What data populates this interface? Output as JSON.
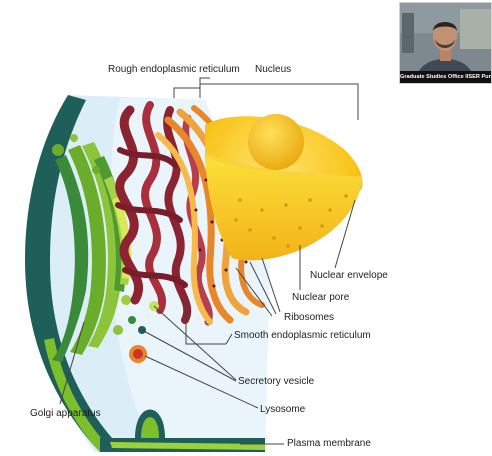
{
  "diagram": {
    "labels": {
      "rough_er": "Rough endoplasmic reticulum",
      "nucleus": "Nucleus",
      "nuclear_envelope": "Nuclear envelope",
      "nuclear_pore": "Nuclear pore",
      "ribosomes": "Ribosomes",
      "smooth_er": "Smooth endoplasmic reticulum",
      "secretory_vesicle": "Secretory vesicle",
      "lysosome": "Lysosome",
      "golgi": "Golgi apparatus",
      "plasma_membrane": "Plasma membrane"
    }
  },
  "webcam": {
    "caption": "Graduate Studies Office IISER Pune"
  },
  "colors": {
    "membrane_dark": "#1f5f5a",
    "membrane_green": "#7cbf2a",
    "cytoplasm": "#dff0f8",
    "nucleus_yellow": "#f5c415",
    "rough_er": "#9b2c36",
    "golgi_green": "#6aad2a"
  }
}
